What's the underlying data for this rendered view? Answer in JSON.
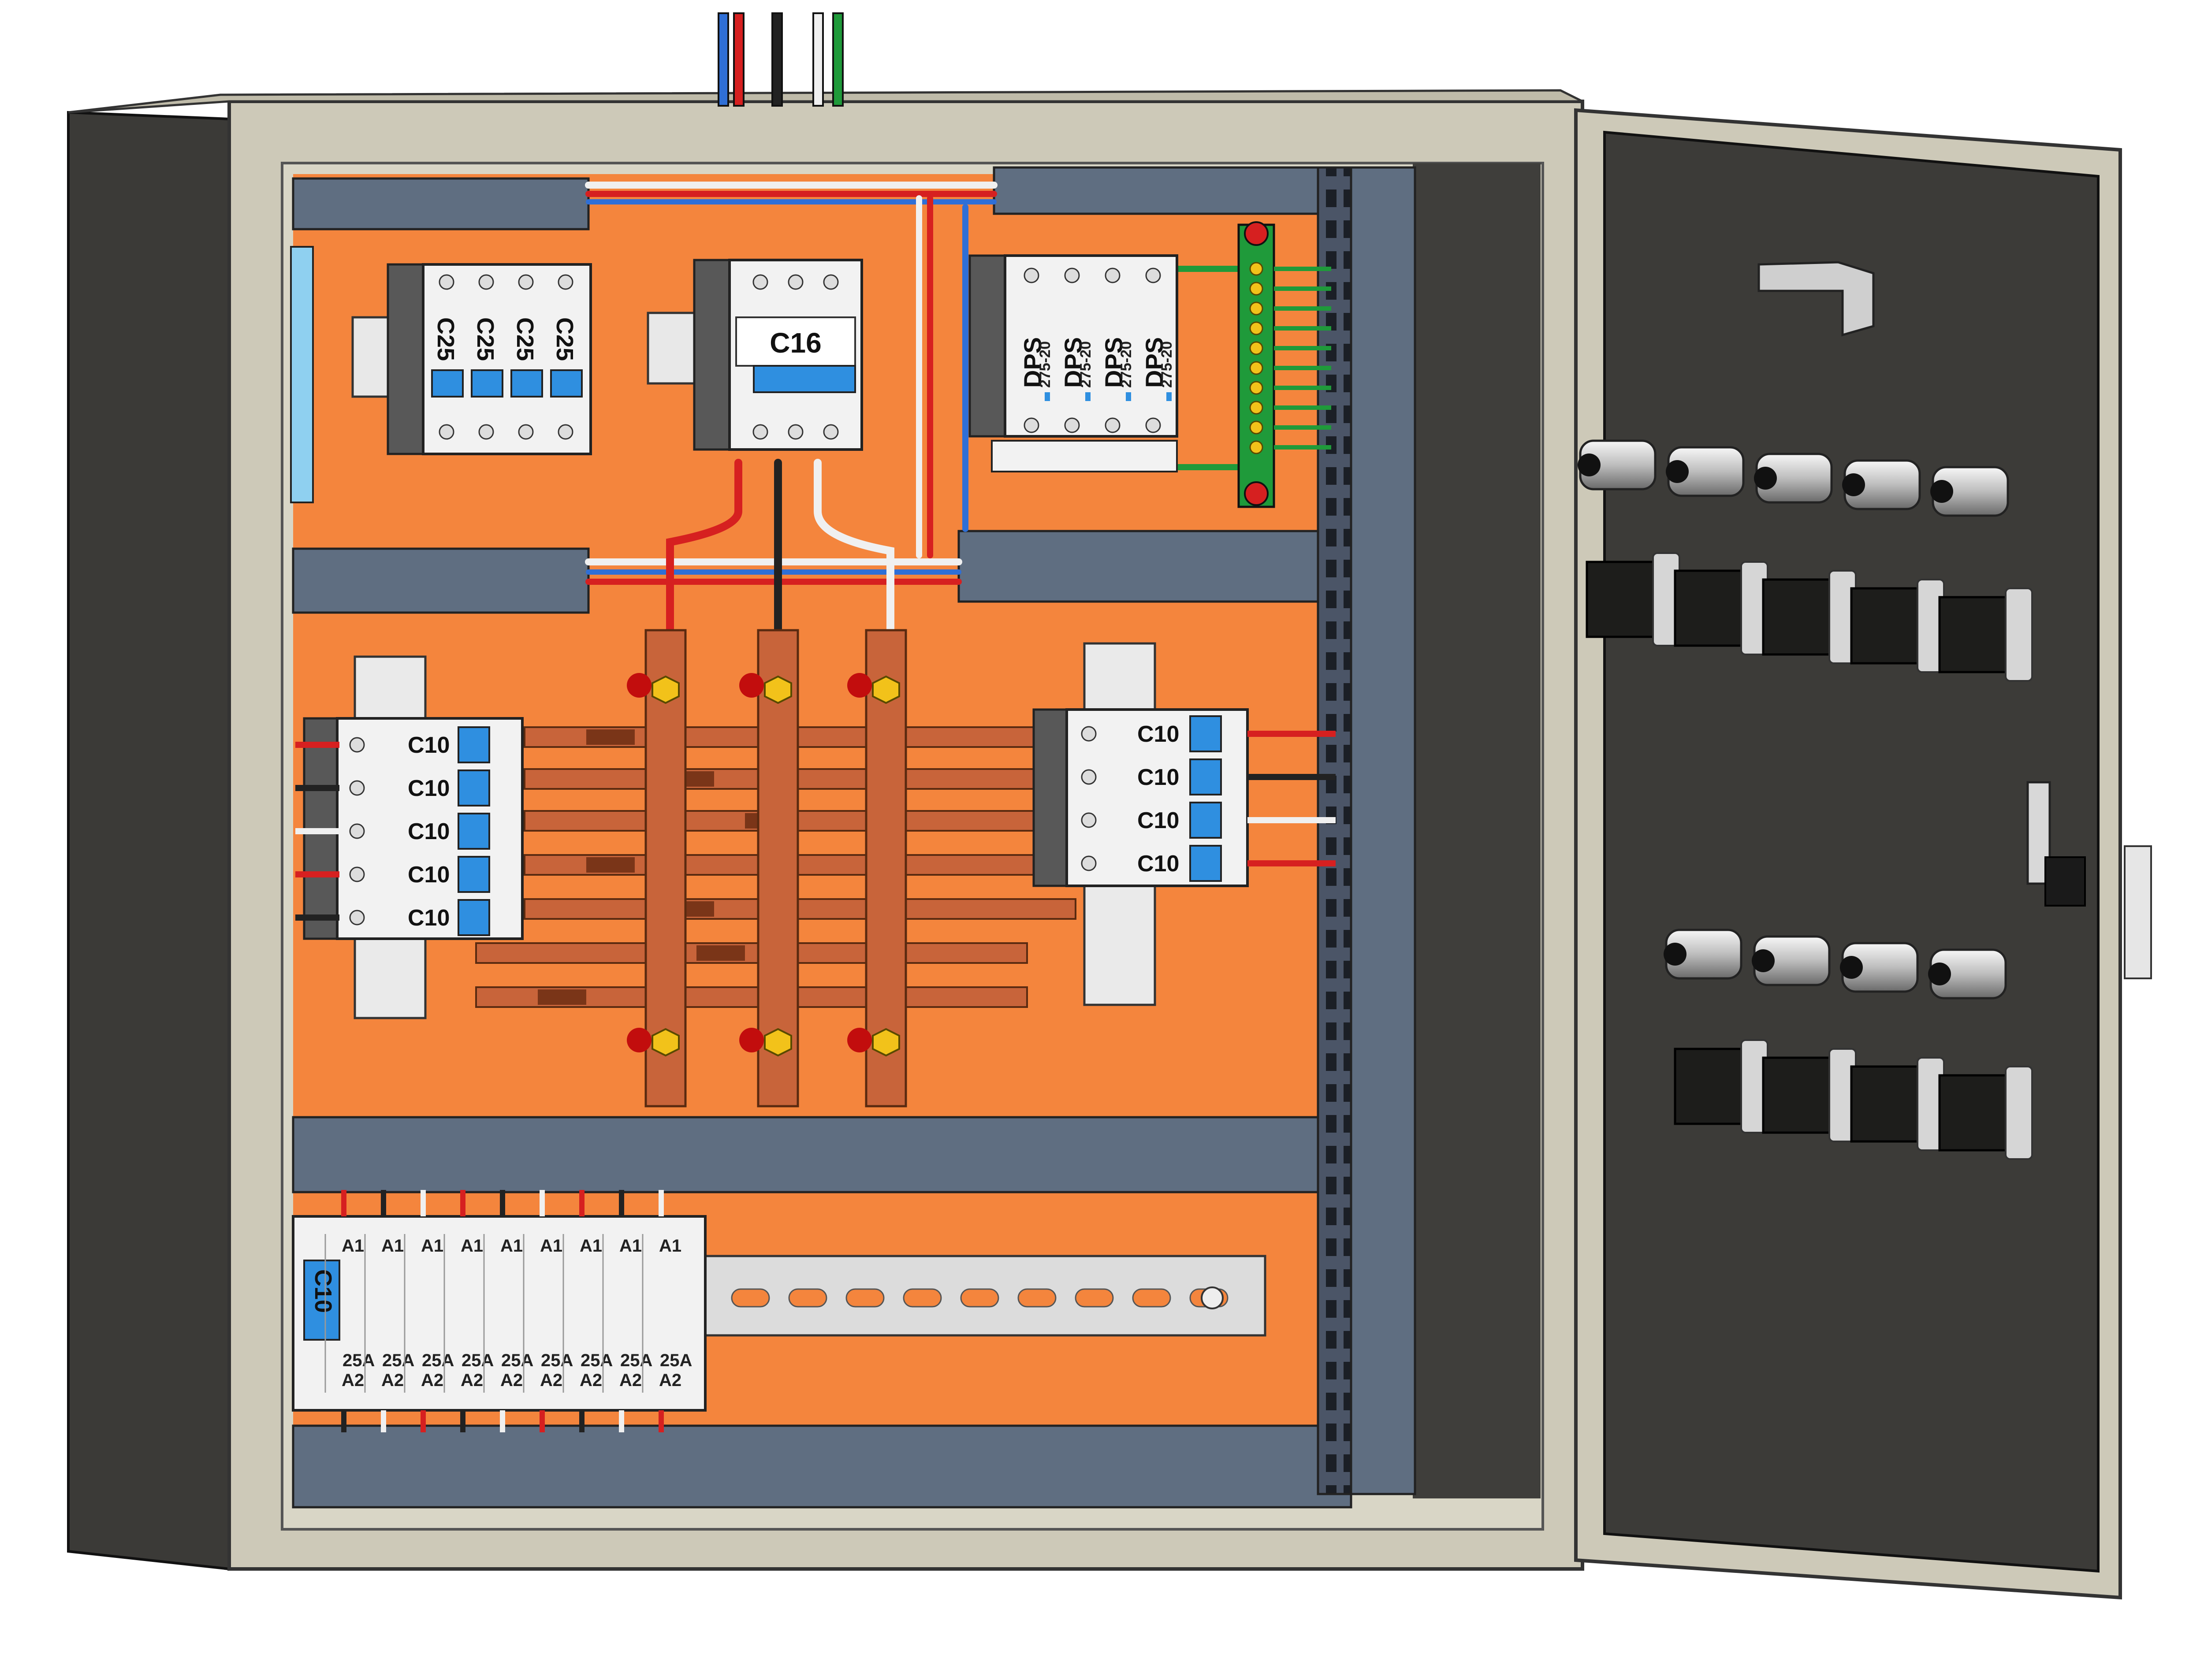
{
  "colors": {
    "cabinet_outer": "#3b3a37",
    "cabinet_frame": "#cdc9b8",
    "backplate": "#f4853d",
    "gray_trunking": "#5f6e81",
    "busbar": "#c8643a",
    "breaker_white": "#f2f2f2",
    "toggle_blue": "#2f8fe0",
    "door": "#3c3b38",
    "wire_red": "#d62020",
    "wire_blue": "#2f6fd6",
    "wire_black": "#222222",
    "wire_white": "#f0f0f0",
    "wire_green": "#1f9a3a"
  },
  "main_breaker_group": {
    "labels": [
      "C25",
      "C25",
      "C25",
      "C25"
    ]
  },
  "three_pole_breaker": {
    "label": "C16"
  },
  "surge_protectors": {
    "items": [
      {
        "label": "DPS",
        "rating": "275-20"
      },
      {
        "label": "DPS",
        "rating": "275-20"
      },
      {
        "label": "DPS",
        "rating": "275-20"
      },
      {
        "label": "DPS",
        "rating": "275-20"
      }
    ]
  },
  "left_branch_breakers": {
    "labels": [
      "C10",
      "C10",
      "C10",
      "C10",
      "C10"
    ]
  },
  "right_branch_breakers": {
    "labels": [
      "C10",
      "C10",
      "C10",
      "C10"
    ]
  },
  "contactor_row": {
    "first_breaker_label": "C10",
    "top_terminal_labels": [
      "A1",
      "A1",
      "A1",
      "A1",
      "A1",
      "A1",
      "A1",
      "A1",
      "A1"
    ],
    "ratings": [
      "25A",
      "25A",
      "25A",
      "25A",
      "25A",
      "25A",
      "25A",
      "25A",
      "25A"
    ],
    "bottom_terminal_labels": [
      "A2",
      "A2",
      "A2",
      "A2",
      "A2",
      "A2",
      "A2",
      "A2",
      "A2"
    ]
  },
  "incoming_cables": [
    "wire-blue",
    "wire-red",
    "wire-black",
    "wire-white",
    "wire-green"
  ],
  "door": {
    "pilot_lights_row1": 5,
    "selector_switches_row1": 5,
    "pilot_lights_row2": 4,
    "selector_switches_row2": 4
  }
}
